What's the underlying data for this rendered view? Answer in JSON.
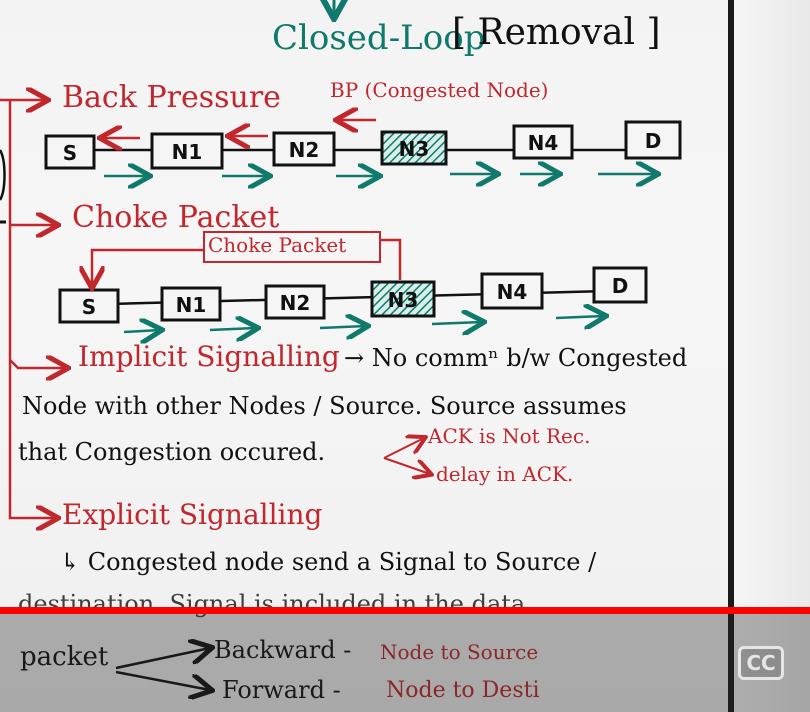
{
  "heading": {
    "prefix_arrow": "↓",
    "title": "Closed-Loop",
    "bracket": "[ Removal ]"
  },
  "back_pressure": {
    "label": "Back Pressure",
    "note": "BP (Congested Node)",
    "nodes": [
      "S",
      "N1",
      "N2",
      "N3",
      "N4",
      "D"
    ],
    "congested_node": "N3"
  },
  "choke_packet": {
    "label": "Choke Packet",
    "box_label": "Choke Packet",
    "nodes": [
      "S",
      "N1",
      "N2",
      "N3",
      "N4",
      "D"
    ],
    "congested_node": "N3"
  },
  "implicit": {
    "label": "Implicit Signalling",
    "line1": "→ No commⁿ b/w Congested",
    "line2": "Node with other Nodes / Source. Source assumes",
    "line3": "that Congestion occured.",
    "branch1": "ACK is Not Rec.",
    "branch2": "delay in ACK."
  },
  "explicit": {
    "label": "Explicit Signalling",
    "line1": "↳ Congested node send a Signal to Source /",
    "line2_partial": "destination. Signal is included in the data",
    "line3": "packet",
    "branch_backward_label": "Backward -",
    "branch_backward_value": "Node to Source",
    "branch_forward_label": "Forward -",
    "branch_forward_value": "Node to Desti"
  },
  "player": {
    "cc_label": "CC",
    "progress_fraction": 1.0
  },
  "colors": {
    "red": "#c1272d",
    "teal": "#0f7a6c",
    "ink": "#111111",
    "progress": "#ff0000"
  }
}
